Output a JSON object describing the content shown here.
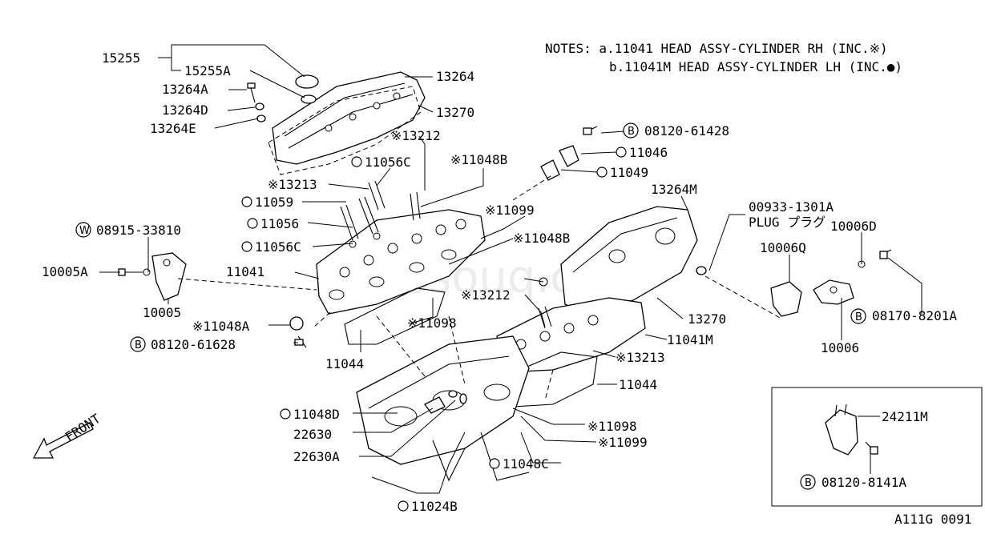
{
  "notes": {
    "line1": "NOTES: a.11041  HEAD ASSY-CYLINDER RH (INC.※)",
    "line2": "b.11041M HEAD ASSY-CYLINDER LH (INC.●)"
  },
  "watermark": "partssouq.com",
  "front_label": "FRONT",
  "footer_code": "A111G 0091",
  "marks": {
    "bolt": "B",
    "washer": "W",
    "dot": "●",
    "asterisk": "※"
  },
  "labels": {
    "p15255": "15255",
    "p15255A": "15255A",
    "p13264": "13264",
    "p13264A": "13264A",
    "p13264D": "13264D",
    "p13264E": "13264E",
    "p13270a": "13270",
    "p13212a": "※13212",
    "p11056C_top": "11056C",
    "p13213a": "※13213",
    "p11059": "11059",
    "p11056": "11056",
    "p11056C_bot": "11056C",
    "p08915": "08915-33810",
    "p10005A": "10005A",
    "p11041": "11041",
    "p10005": "10005",
    "p11048A": "※11048A",
    "p08120_61628": "08120-61628",
    "p11044a": "11044",
    "p11048B_top": "※11048B",
    "p11099a": "※11099",
    "p11048B_mid": "※11048B",
    "p13212b": "※13212",
    "p11098a": "※11098",
    "p08120_61428": "08120-61428",
    "p11046": "11046",
    "p11049": "11049",
    "p13264M": "13264M",
    "p00933": "00933-1301A",
    "plug": "PLUG プラグ",
    "p10006D": "10006D",
    "p10006Q": "10006Q",
    "p13270b": "13270",
    "p11041M": "11041M",
    "p13213b": "※13213",
    "p11044b": "11044",
    "p08170": "08170-8201A",
    "p10006": "10006",
    "p11048D": "11048D",
    "p22630": "22630",
    "p22630A": "22630A",
    "p11098b": "※11098",
    "p11099b": "※11099",
    "p11048C": "11048C",
    "p11024B": "11024B",
    "p24211M": "24211M",
    "p08120_8141A": "08120-8141A"
  }
}
